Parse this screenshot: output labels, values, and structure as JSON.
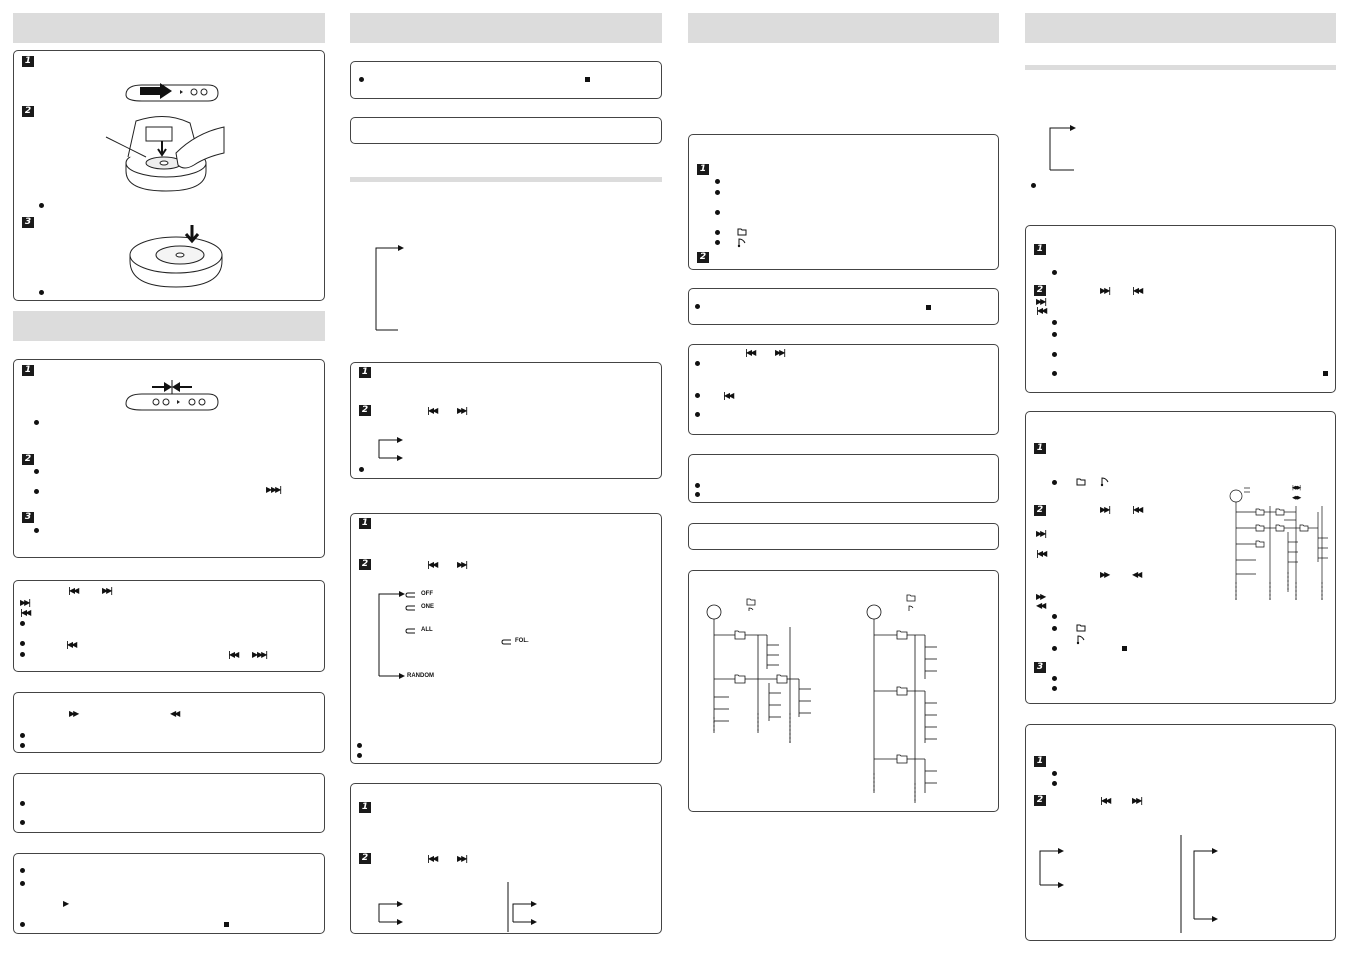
{
  "step_numbers": {
    "one": "1",
    "two": "2",
    "three": "3"
  },
  "mode_labels": {
    "off": "OFF",
    "one": "ONE",
    "all": "ALL",
    "fol": "FOL.",
    "random": "RANDOM"
  },
  "icons": {
    "skip_back": "skip-back-icon",
    "skip_forward": "skip-forward-icon",
    "fast_forward": "fast-forward-icon",
    "rewind": "rewind-icon",
    "play": "play-icon",
    "stop": "stop-icon",
    "folder": "folder-icon",
    "music_note": "music-note-icon",
    "bullet": "bullet-icon"
  },
  "colors": {
    "header_gray": "#dcdcdc",
    "border": "#444444",
    "step_badge": "#1a1a1a"
  }
}
